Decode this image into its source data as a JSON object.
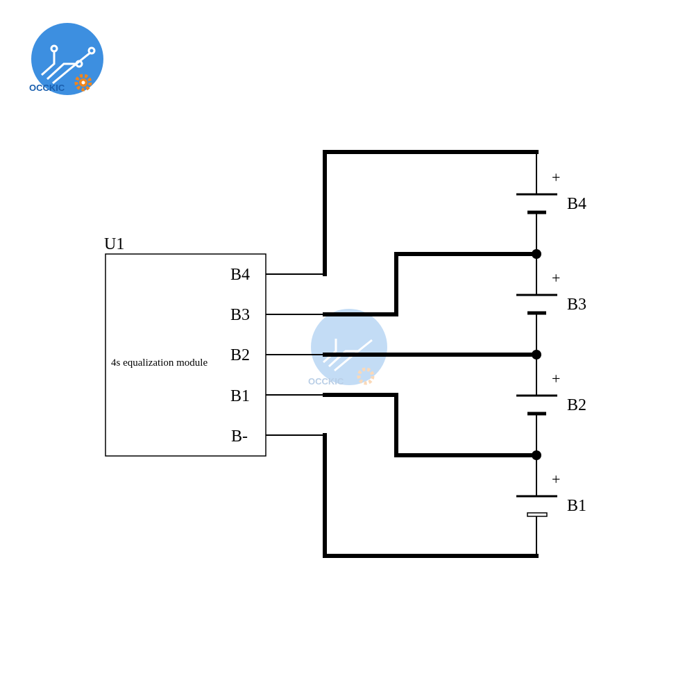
{
  "logo": {
    "brand_text": "OCCKIC",
    "circle_color": "#3d8fe0",
    "gear_color": "#f0851c"
  },
  "module": {
    "label": "U1",
    "description": "4s equalization module",
    "pins": [
      "B4",
      "B3",
      "B2",
      "B1",
      "B-"
    ]
  },
  "batteries": [
    {
      "label": "B4",
      "polarity": "+"
    },
    {
      "label": "B3",
      "polarity": "+"
    },
    {
      "label": "B2",
      "polarity": "+"
    },
    {
      "label": "B1",
      "polarity": "+"
    }
  ]
}
